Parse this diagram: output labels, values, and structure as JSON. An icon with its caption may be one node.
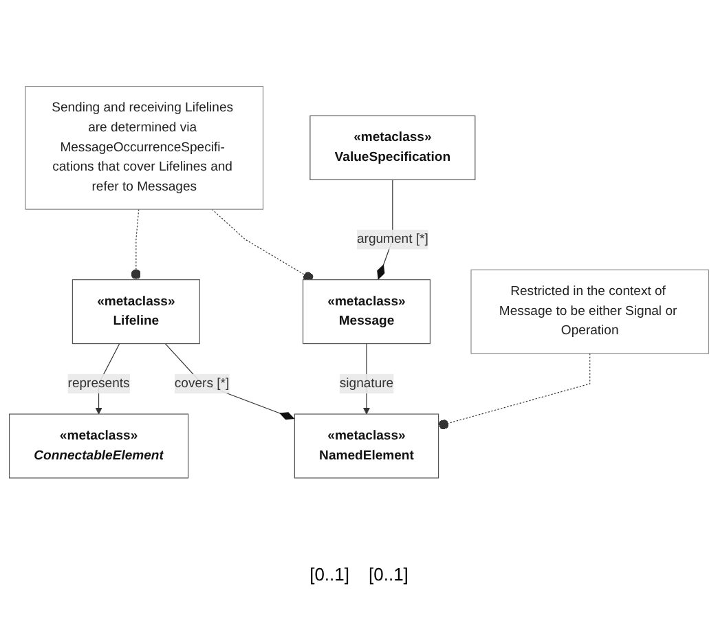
{
  "diagram": {
    "nodes": [
      {
        "text": [
          "«metaclass»",
          "ConnectableElement"
        ]
      },
      {
        "text": [
          "«metaclass»",
          "Lifeline"
        ]
      },
      {
        "text": [
          "Sending and receiving Lifelines are determined via MessageOccurrenceSpecifi- cations that cover Lifelines and refer to Messages"
        ]
      },
      {
        "text": [
          "«metaclass»",
          "NamedElement"
        ]
      },
      {
        "text": [
          "«metaclass»",
          "Message"
        ]
      },
      {
        "text": [
          "Restricted in the context of Message to be either Signal or Operation"
        ]
      },
      {
        "text": [
          "«metaclass»",
          "ValueSpecification"
        ]
      }
    ],
    "edges": [
      {
        "from": 1,
        "to": 0,
        "arrow": "to",
        "label": "represents"
      },
      {
        "from": 1,
        "to": 3,
        "arrow": "other",
        "label": "covers [*]"
      },
      {
        "from": 2,
        "to": 1,
        "arrow": "other",
        "style": "dashed"
      },
      {
        "from": 2,
        "to": 4,
        "arrow": "other",
        "style": "dashed"
      },
      {
        "from": 4,
        "to": 3,
        "arrow": "to",
        "label": "signature"
      },
      {
        "from": 6,
        "to": 4,
        "arrow": "other",
        "label": "argument [*]"
      },
      {
        "from": 5,
        "to": 3,
        "arrow": "other",
        "style": "dashed"
      }
    ],
    "labels": [
      "[0..1]",
      "[0..1]"
    ]
  }
}
